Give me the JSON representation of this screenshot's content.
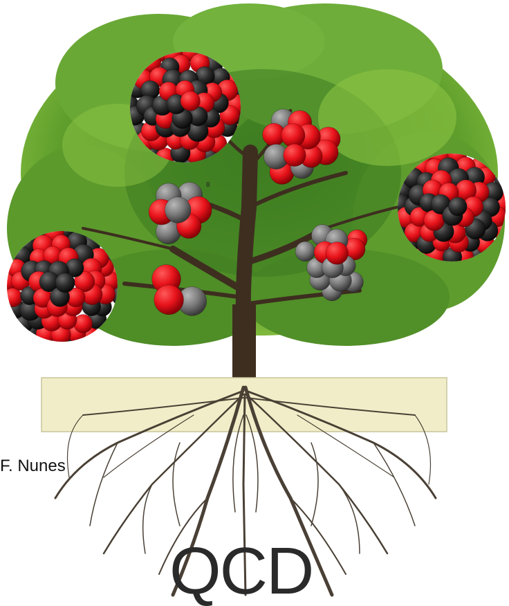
{
  "credit_text": "F. Nunes",
  "title_text": "QCD",
  "small_label": "8",
  "colors": {
    "proton": "#e8131b",
    "neutron_light": "#7a7a7a",
    "neutron_dark": "#2b2b2b",
    "foliage": "#5f9e2c",
    "trunk": "#3d2e1f",
    "soil_band": "#f0edc8",
    "roots": "#4a4035"
  },
  "nuclei": [
    {
      "name": "nucleus-top-left-large",
      "size": "large",
      "style": "dark"
    },
    {
      "name": "nucleus-top-center-medium",
      "size": "medium",
      "style": "light"
    },
    {
      "name": "nucleus-right-large",
      "size": "large",
      "style": "dark"
    },
    {
      "name": "nucleus-mid-left-small",
      "size": "small",
      "style": "light"
    },
    {
      "name": "nucleus-mid-right-medium",
      "size": "medium",
      "style": "light"
    },
    {
      "name": "nucleus-left-large",
      "size": "large",
      "style": "dark"
    },
    {
      "name": "nucleus-lower-small",
      "size": "tiny",
      "style": "light"
    }
  ]
}
